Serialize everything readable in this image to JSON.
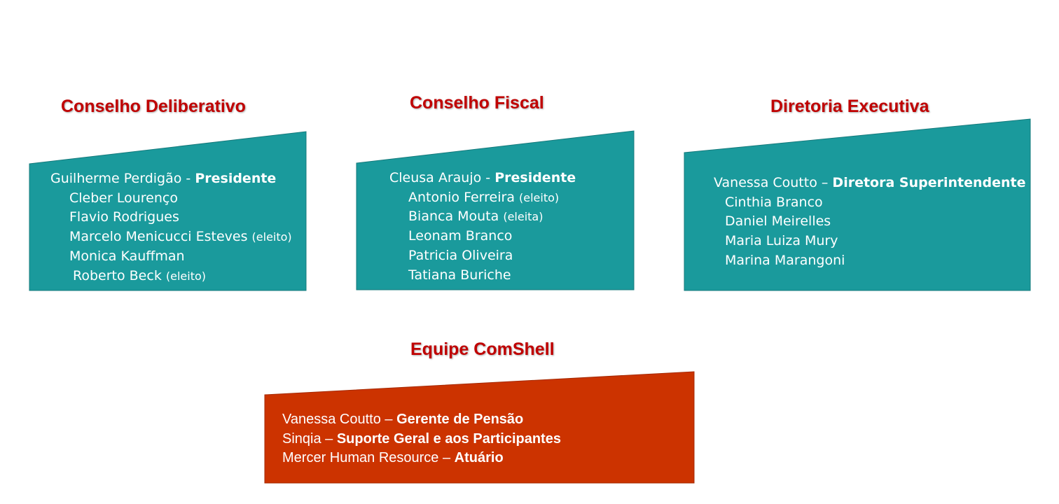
{
  "colors": {
    "heading": "#c00000",
    "teal": "#1a9a9c",
    "orange": "#cc3300"
  },
  "conselho_deliberativo": {
    "title": "Conselho Deliberativo",
    "lead": {
      "name": "Guilherme Perdigão - ",
      "role": "Presidente"
    },
    "members": [
      {
        "name": "Cleber Lourenço",
        "note": ""
      },
      {
        "name": "Flavio Rodrigues",
        "note": ""
      },
      {
        "name": "Marcelo Menicucci Esteves ",
        "note": "(eleito)"
      },
      {
        "name": "Monica Kauffman",
        "note": ""
      },
      {
        "name": "Roberto Beck ",
        "note": "(eleito)"
      }
    ]
  },
  "conselho_fiscal": {
    "title": "Conselho Fiscal",
    "lead": {
      "name": "Cleusa Araujo - ",
      "role": "Presidente"
    },
    "members": [
      {
        "name": "Antonio Ferreira ",
        "note": "(eleito)"
      },
      {
        "name": "Bianca Mouta ",
        "note": "(eleita)"
      },
      {
        "name": "Leonam Branco",
        "note": ""
      },
      {
        "name": "Patricia Oliveira",
        "note": ""
      },
      {
        "name": "Tatiana Buriche",
        "note": ""
      }
    ]
  },
  "diretoria_executiva": {
    "title": "Diretoria Executiva",
    "lead": {
      "name": "Vanessa Coutto – ",
      "role": "Diretora Superintendente"
    },
    "members": [
      {
        "name": "Cinthia Branco",
        "note": ""
      },
      {
        "name": "Daniel Meirelles",
        "note": ""
      },
      {
        "name": "Maria Luiza Mury",
        "note": ""
      },
      {
        "name": "Marina Marangoni",
        "note": ""
      }
    ]
  },
  "equipe_comshell": {
    "title": "Equipe ComShell",
    "rows": [
      {
        "name": "Vanessa Coutto – ",
        "role": "Gerente de Pensão"
      },
      {
        "name": "Sinqia – ",
        "role": "Suporte Geral e aos Participantes"
      },
      {
        "name": "Mercer Human Resource – ",
        "role": "Atuário"
      }
    ]
  }
}
